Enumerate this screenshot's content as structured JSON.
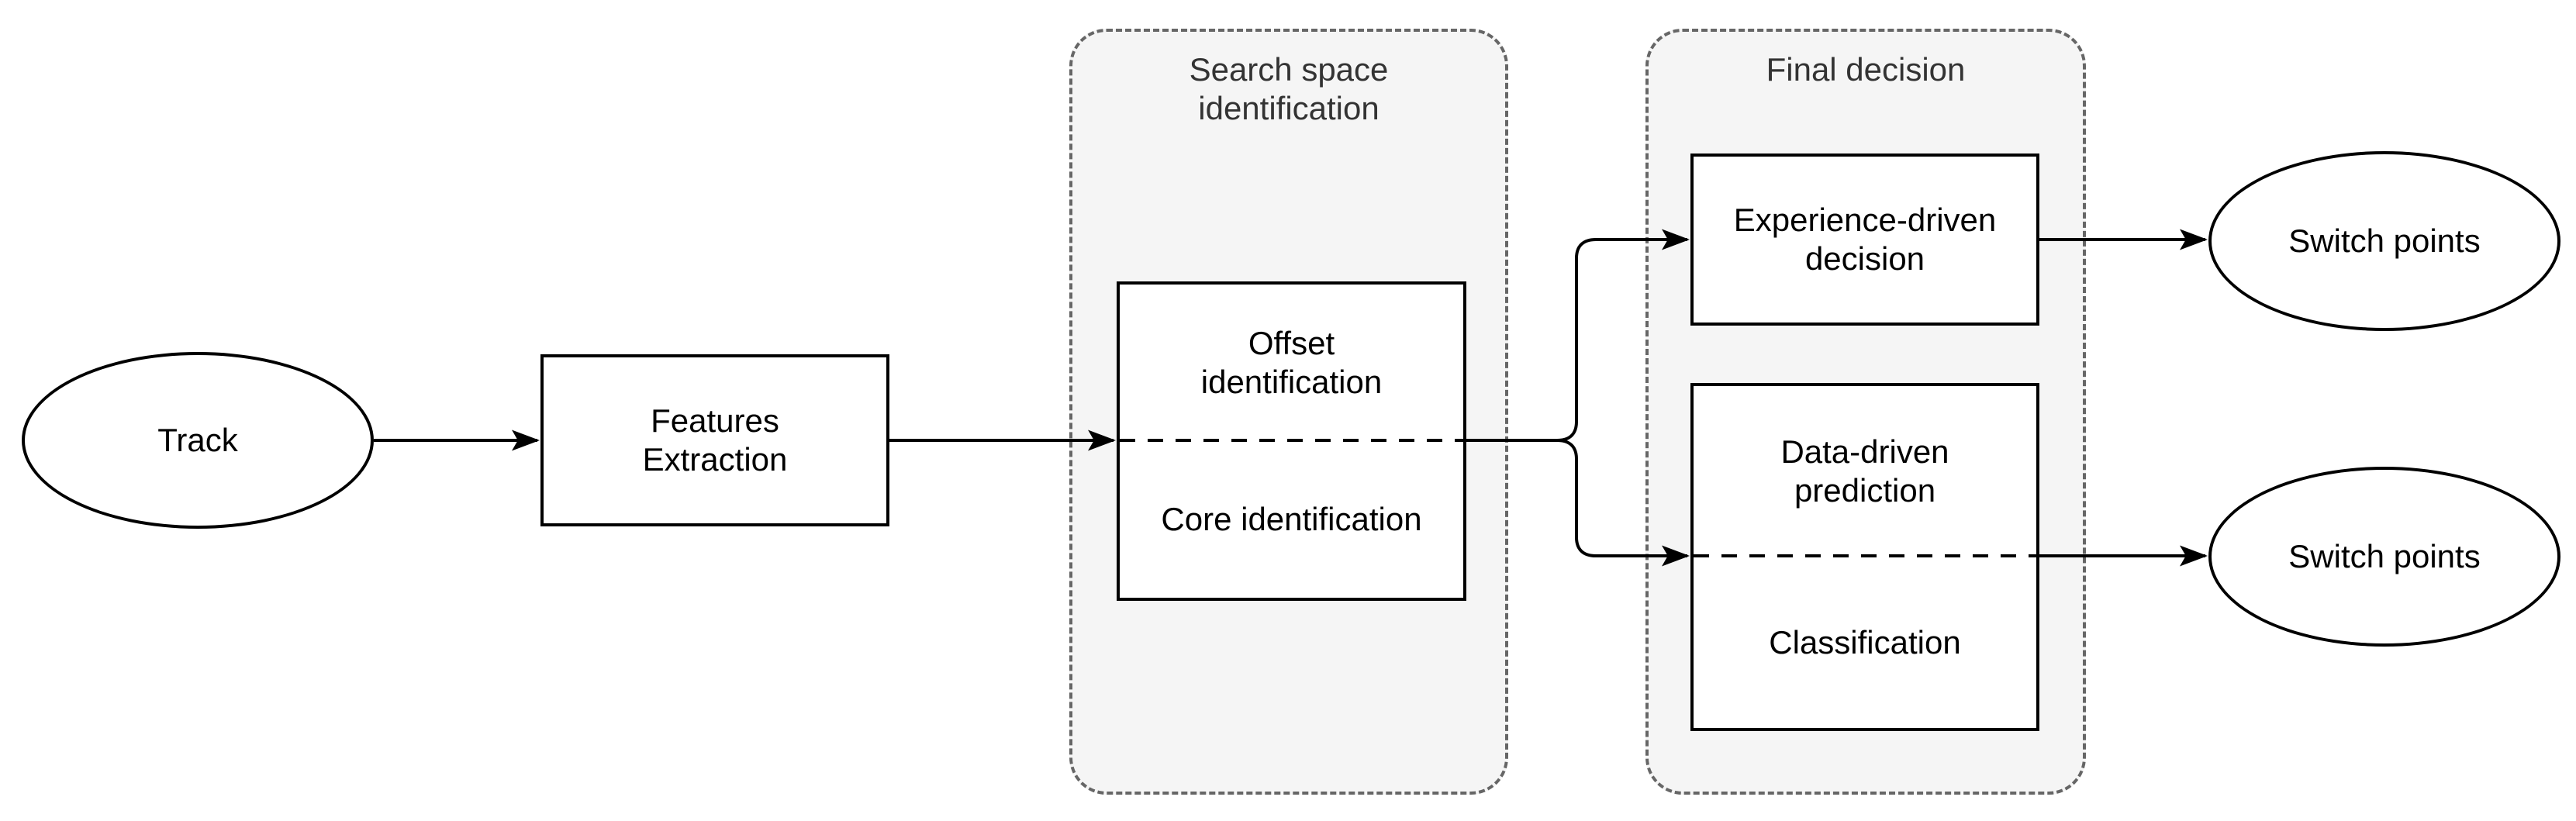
{
  "colors": {
    "background": "#ffffff",
    "container_fill": "#f5f5f5",
    "container_stroke": "#666666",
    "container_title": "#333333",
    "node_fill": "#ffffff",
    "node_stroke": "#000000",
    "node_text": "#000000",
    "edge": "#000000"
  },
  "groups": {
    "search_space": {
      "title": "Search space\nidentification"
    },
    "final_decision": {
      "title": "Final decision"
    }
  },
  "nodes": {
    "track": {
      "label": "Track",
      "shape": "ellipse"
    },
    "features": {
      "label": "Features\nExtraction",
      "shape": "rectangle"
    },
    "offset": {
      "label": "Offset\nidentification",
      "shape": "rectangle-upper-half"
    },
    "core": {
      "label": "Core identification",
      "shape": "rectangle-lower-half"
    },
    "experience": {
      "label": "Experience-driven\ndecision",
      "shape": "rectangle"
    },
    "data_driven": {
      "label": "Data-driven\nprediction",
      "shape": "rectangle-upper-half"
    },
    "classification": {
      "label": "Classification",
      "shape": "rectangle-lower-half"
    },
    "switch_points_top": {
      "label": "Switch points",
      "shape": "ellipse"
    },
    "switch_points_bottom": {
      "label": "Switch points",
      "shape": "ellipse"
    }
  },
  "edges": [
    {
      "from": "track",
      "to": "features"
    },
    {
      "from": "features",
      "to": "offset-core-box"
    },
    {
      "from": "offset-core-box",
      "to": "experience"
    },
    {
      "from": "offset-core-box",
      "to": "data-driven-classification-box"
    },
    {
      "from": "experience",
      "to": "switch_points_top"
    },
    {
      "from": "data-driven-classification-box",
      "to": "switch_points_bottom"
    }
  ]
}
